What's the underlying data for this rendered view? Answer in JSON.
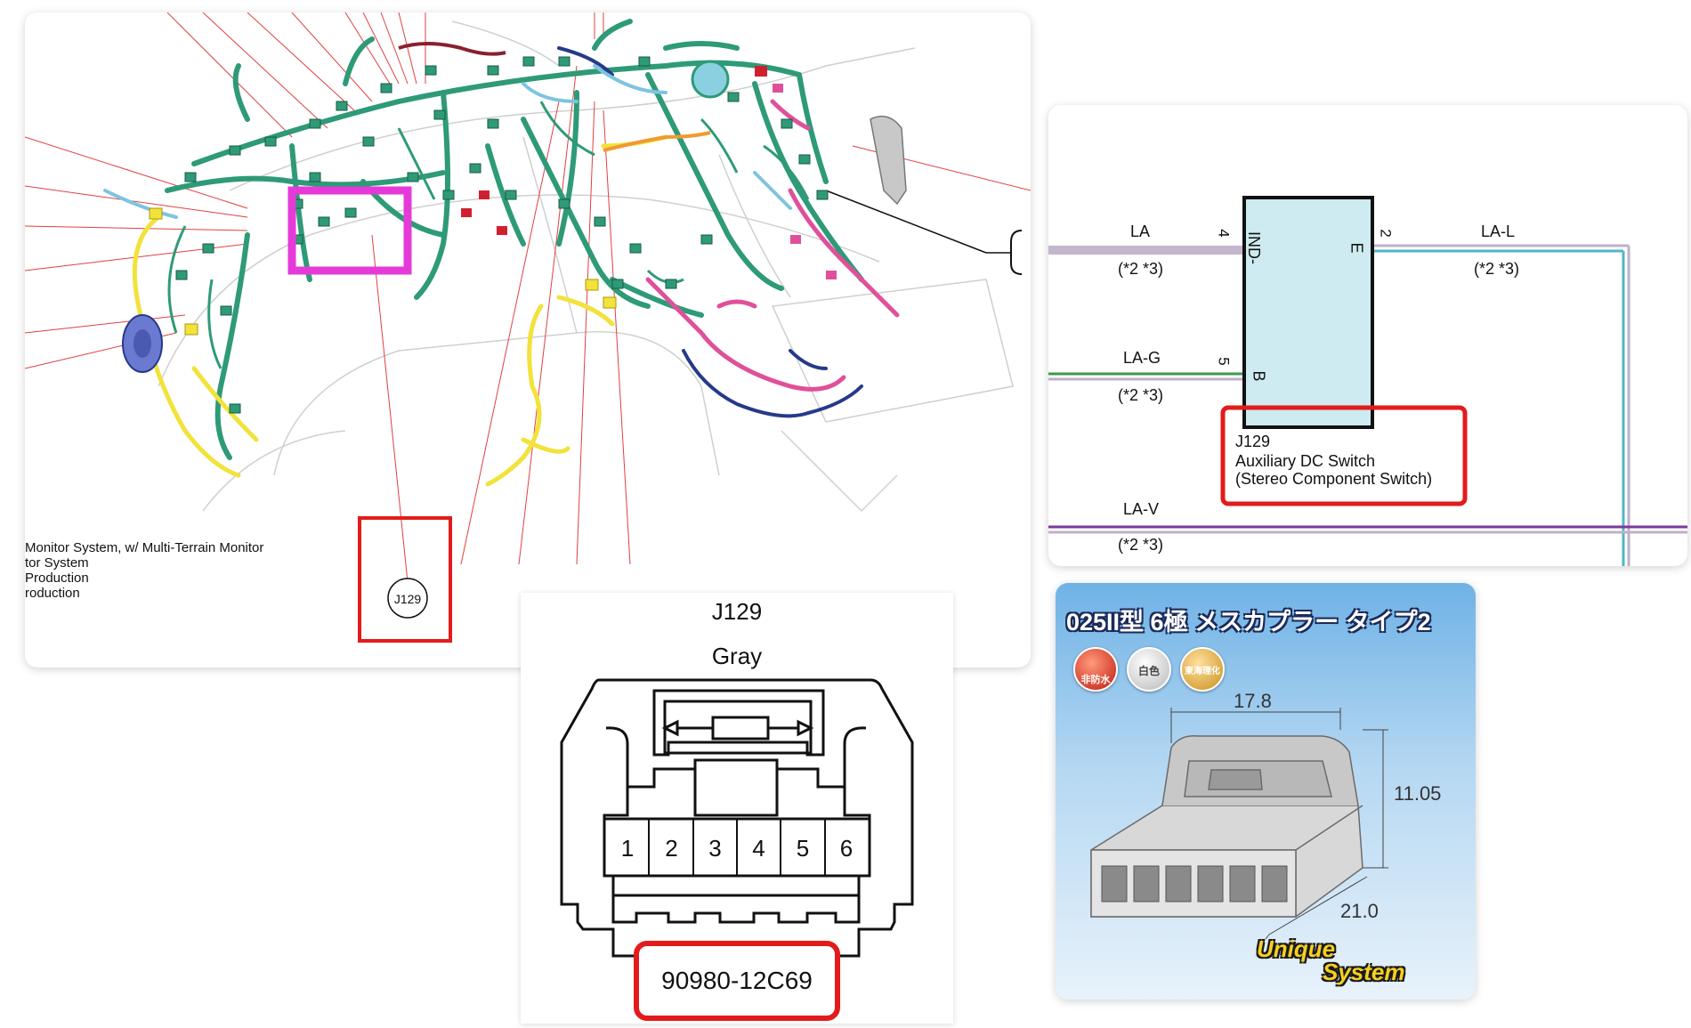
{
  "harness": {
    "legend_lines": [
      "Monitor System, w/ Multi-Terrain Monitor",
      "tor System",
      "Production",
      "roduction"
    ],
    "connector_label": "J129"
  },
  "schematic": {
    "left_top_wire": "LA",
    "left_top_note": "(*2 *3)",
    "left_top_pin": "4",
    "left_mid_wire": "LA-G",
    "left_mid_note": "(*2 *3)",
    "left_mid_pin": "5",
    "right_wire": "LA-L",
    "right_note": "(*2 *3)",
    "right_pin": "2",
    "pin_ind": "IND-",
    "pin_e": "E",
    "pin_b": "B",
    "bottom_wire": "LA-V",
    "bottom_note": "(*2 *3)",
    "component_id": "J129",
    "component_name": "Auxiliary DC Switch",
    "component_sub": "(Stereo Component Switch)",
    "colors": {
      "LA": "#bfb0c8",
      "LA-G": "#3a9a4a",
      "LA-L": "#4fb6c8",
      "LA-V": "#7a3a9a",
      "box": "#cdebf0"
    }
  },
  "connector_face": {
    "id": "J129",
    "color": "Gray",
    "pins": [
      "1",
      "2",
      "3",
      "4",
      "5",
      "6"
    ],
    "part_number": "90980-12C69"
  },
  "product": {
    "title": "025II型 6極 メスカプラー タイプ2",
    "badges": [
      "非防水",
      "白色",
      "東海理化"
    ],
    "dim_width": "17.8",
    "dim_height": "11.05",
    "dim_depth": "21.0",
    "brand_line1": "Unique",
    "brand_line2": "System"
  }
}
